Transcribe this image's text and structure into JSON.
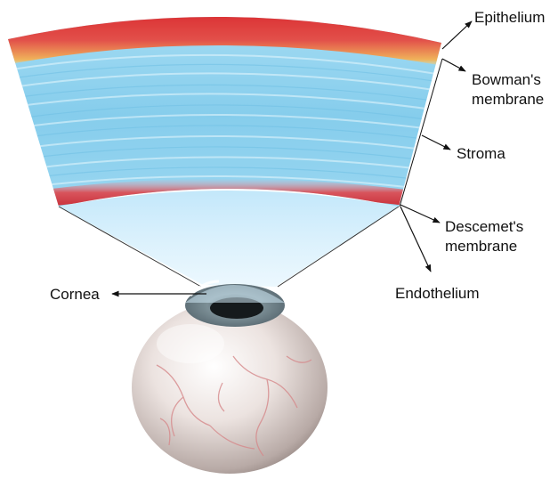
{
  "labels": {
    "epithelium": "Epithelium",
    "bowmans_line1": "Bowman's",
    "bowmans_line2": "membrane",
    "stroma": "Stroma",
    "descemets_line1": "Descemet's",
    "descemets_line2": "membrane",
    "endothelium": "Endothelium",
    "cornea": "Cornea"
  },
  "colors": {
    "epithelium": "#d9363a",
    "bowman_band": "#f2c04a",
    "stroma": "#8fd3f0",
    "endothelium_band": "#c8323a",
    "eyeball": "#e9e1de",
    "vessels": "#d48b8b"
  }
}
